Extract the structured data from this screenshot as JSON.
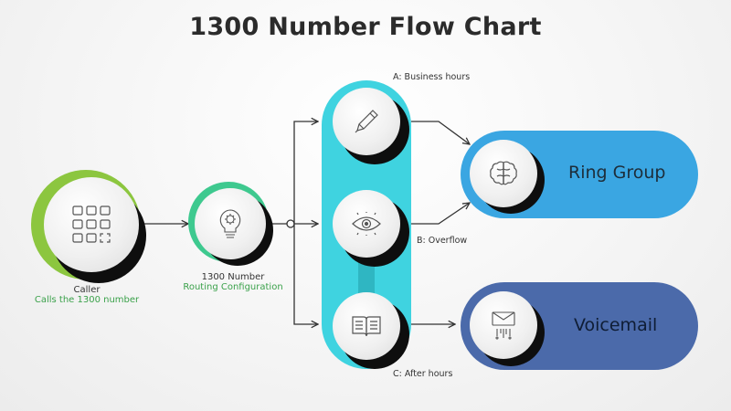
{
  "title": "1300 Number Flow Chart",
  "caller": {
    "label": "Caller",
    "sublabel": "Calls the 1300 number"
  },
  "routing": {
    "label": "1300 Number",
    "sublabel": "Routing Configuration"
  },
  "branches": [
    {
      "label": "A: Business hours",
      "icon": "pen-icon"
    },
    {
      "label": "B: Overflow",
      "icon": "eye-icon"
    },
    {
      "label": "C: After hours",
      "icon": "book-icon"
    }
  ],
  "destinations": [
    {
      "label": "Ring Group",
      "icon": "brain-icon"
    },
    {
      "label": "Voicemail",
      "icon": "voicemail-icon"
    }
  ],
  "colors": {
    "caller_ring": "#8cc63f",
    "routing_ring": "#3ec98f",
    "branch_column": "#3fd3e0",
    "ring_group_pill": "#3aa6e2",
    "voicemail_pill": "#4b6aaa",
    "green_text": "#3aa14a"
  }
}
